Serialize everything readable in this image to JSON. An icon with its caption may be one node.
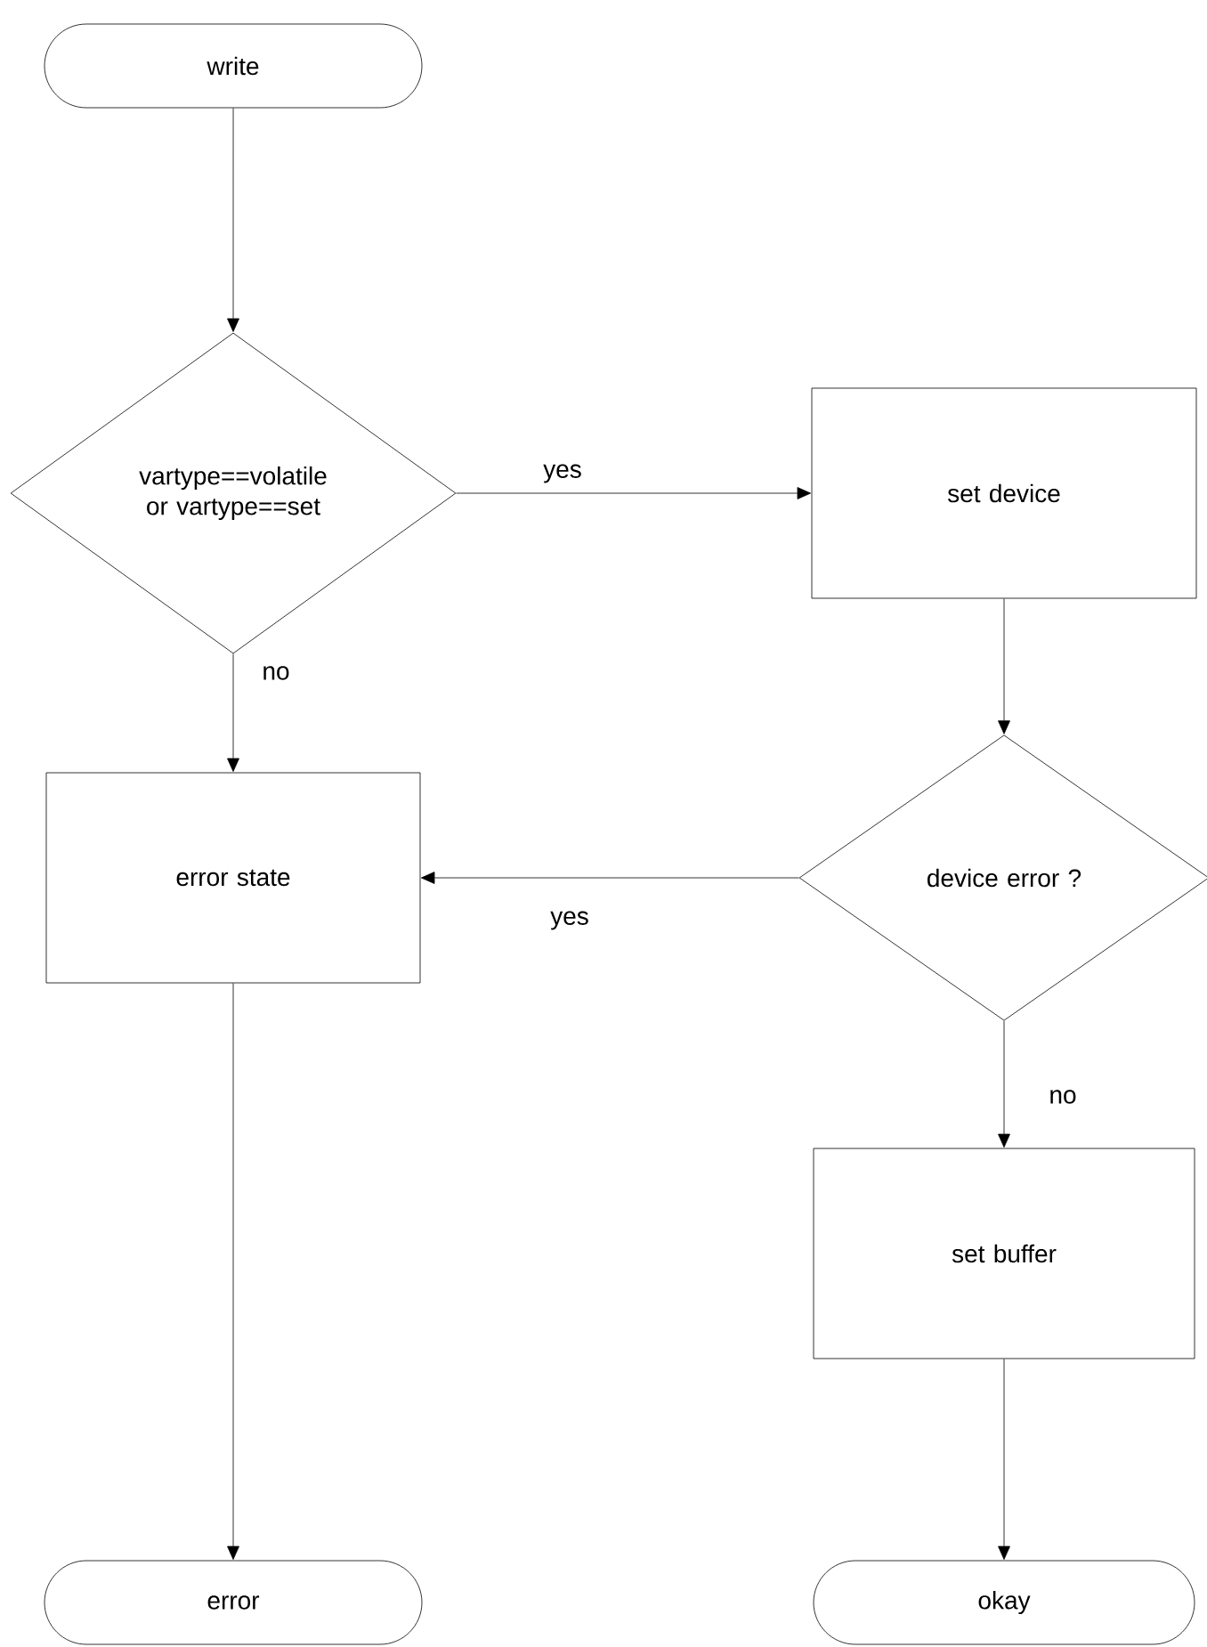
{
  "diagram": {
    "nodes": [
      {
        "text": [
          "write"
        ]
      },
      {
        "text": [
          "vartype==volatile or vartype==set"
        ]
      },
      {
        "text": [
          "set device"
        ]
      },
      {
        "text": [
          "error state"
        ]
      },
      {
        "text": [
          "device error ?"
        ]
      },
      {
        "text": [
          "set buffer"
        ]
      },
      {
        "text": [
          "error"
        ]
      },
      {
        "text": [
          "okay"
        ]
      }
    ],
    "edges": [
      {
        "from": 0,
        "to": 1,
        "arrow": "to"
      },
      {
        "from": 1,
        "to": 2,
        "arrow": "to",
        "label": "yes"
      },
      {
        "from": 1,
        "to": 3,
        "arrow": "to",
        "label": "no"
      },
      {
        "from": 2,
        "to": 4,
        "arrow": "to"
      },
      {
        "from": 4,
        "to": 3,
        "arrow": "to",
        "label": "yes"
      },
      {
        "from": 4,
        "to": 5,
        "arrow": "to",
        "label": "no"
      },
      {
        "from": 3,
        "to": 6,
        "arrow": "to"
      },
      {
        "from": 5,
        "to": 7,
        "arrow": "to"
      }
    ]
  }
}
